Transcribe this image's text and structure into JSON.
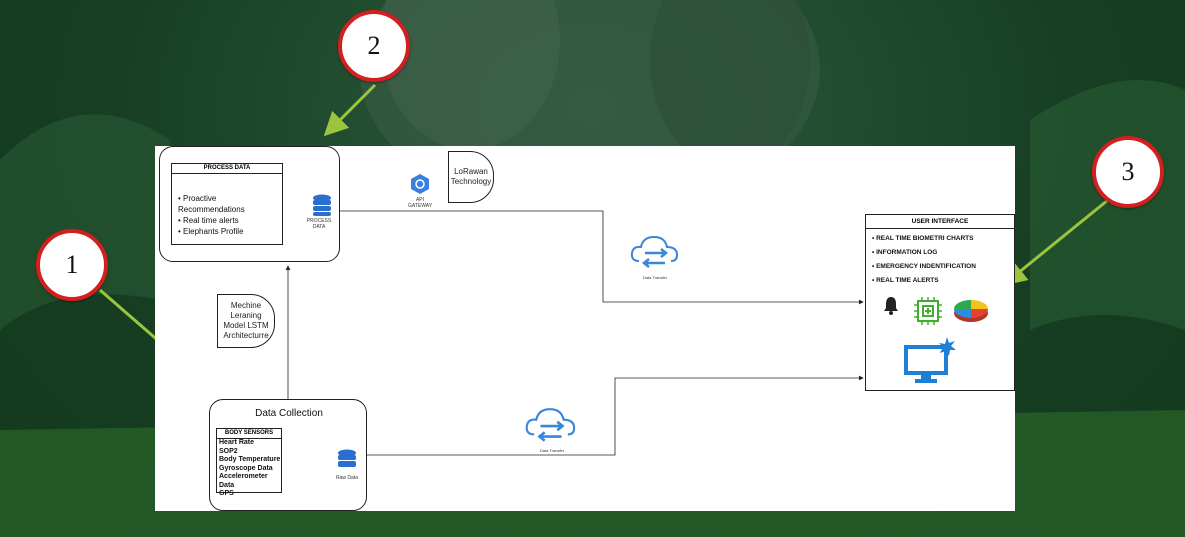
{
  "markers": [
    "1",
    "2",
    "3"
  ],
  "process": {
    "header": "PROCESS DATA",
    "items": [
      "Proactive Recommendations",
      "Real time alerts",
      "Elephants Profile"
    ],
    "db_label_line1": "PROCESS",
    "db_label_line2": "DATA"
  },
  "api_gateway": {
    "line1": "API",
    "line2": "GATEWAY"
  },
  "lorawan": {
    "line1": "LoRawan",
    "line2": "Technology"
  },
  "ml": {
    "line1": "Mechine",
    "line2": "Leraning",
    "line3": "Model LSTM",
    "line4": "Architecturre"
  },
  "data_collection": {
    "title": "Data Collection",
    "header": "BODY SENSORS",
    "sensors": [
      "Heart Rate",
      "SOP2",
      "Body Temperature",
      "Gyroscope Data",
      "Accelerometer Data",
      "GPS"
    ],
    "db_label": "Raw Data"
  },
  "transfer": {
    "top_label": "Data Transfer",
    "bottom_label": "Data Transfer"
  },
  "user_interface": {
    "header": "USER INTERFACE",
    "items": [
      "REAL TIME BIOMETRI CHARTS",
      "INFORMATION   LOG",
      "EMERGENCY INDENTIFICATION",
      "REAL TIME ALERTS"
    ],
    "icons": [
      "bell-icon",
      "chip-icon",
      "pie-chart-icon",
      "monitor-icon"
    ]
  },
  "colors": {
    "marker_border": "#d21f1f",
    "arrow_green": "#9bc53d",
    "cloud_blue": "#3a86d8",
    "db_blue": "#2a6fcf"
  }
}
